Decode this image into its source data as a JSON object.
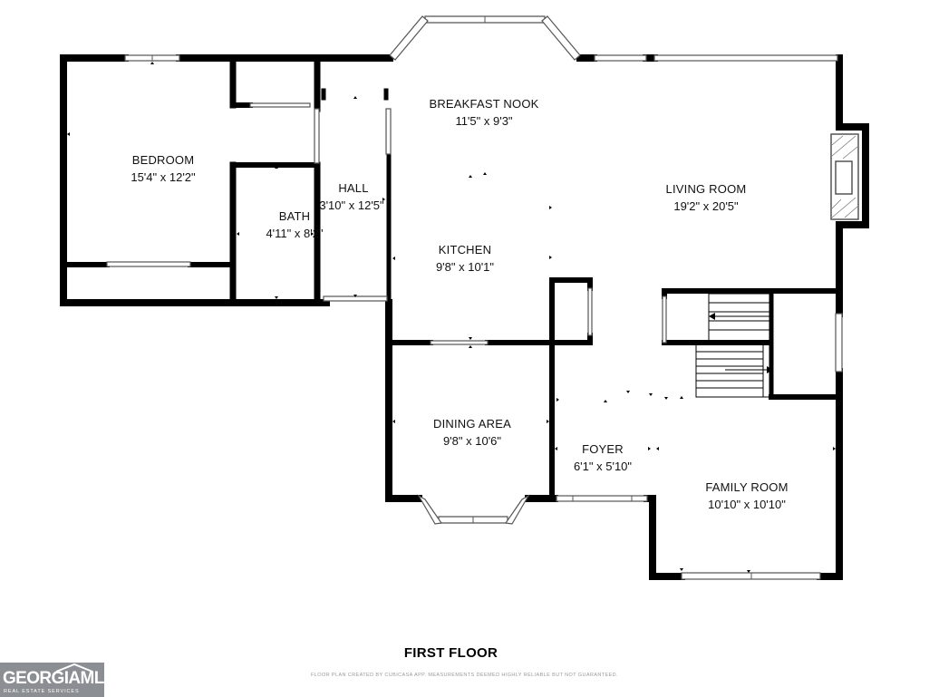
{
  "floor_title": "FIRST FLOOR",
  "disclaimer": "FLOOR PLAN CREATED BY CUBICASA APP. MEASUREMENTS DEEMED HIGHLY RELIABLE BUT NOT GUARANTEED.",
  "logo": {
    "brand": "GEORGIAMLS",
    "tagline": "REAL ESTATE SERVICES"
  },
  "rooms": {
    "bedroom": {
      "name": "BEDROOM",
      "dims": "15'4\" x 12'2\""
    },
    "bath": {
      "name": "BATH",
      "dims": "4'11\" x 8'2\""
    },
    "hall": {
      "name": "HALL",
      "dims": "3'10\" x 12'5\""
    },
    "breakfast_nook": {
      "name": "BREAKFAST NOOK",
      "dims": "11'5\" x 9'3\""
    },
    "living_room": {
      "name": "LIVING ROOM",
      "dims": "19'2\" x 20'5\""
    },
    "kitchen": {
      "name": "KITCHEN",
      "dims": "9'8\" x 10'1\""
    },
    "dining_area": {
      "name": "DINING AREA",
      "dims": "9'8\" x 10'6\""
    },
    "foyer": {
      "name": "FOYER",
      "dims": "6'1\" x 5'10\""
    },
    "family_room": {
      "name": "FAMILY ROOM",
      "dims": "10'10\" x 10'10\""
    }
  },
  "colors": {
    "wall": "#000000",
    "window_frame": "#555555",
    "fireplace": "#555555",
    "logo_bg": "#8b8f93"
  }
}
